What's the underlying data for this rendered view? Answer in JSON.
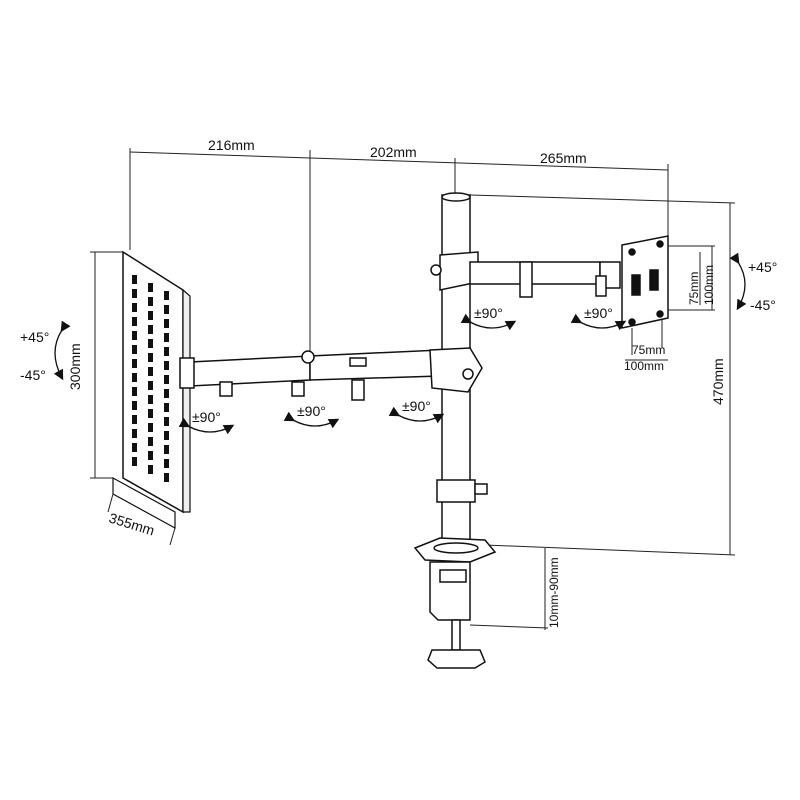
{
  "dimensions": {
    "arm_length_1": "216mm",
    "arm_length_2": "202mm",
    "arm_length_3": "265mm",
    "tray_height": "300mm",
    "tray_width": "355mm",
    "total_height": "470mm",
    "clamp_range": "10mm-90mm",
    "vesa_75": "75mm",
    "vesa_100": "100mm"
  },
  "rotations": {
    "tray_tilt_up": "+45°",
    "tray_tilt_down": "-45°",
    "monitor_tilt_up": "+45°",
    "monitor_tilt_down": "-45°",
    "joint_swivel": "±90°"
  }
}
